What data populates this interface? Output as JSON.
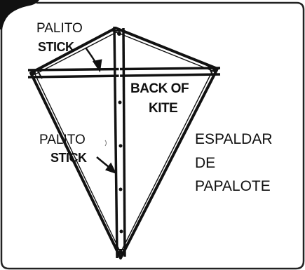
{
  "labels": {
    "top_spanish": "PALITO",
    "top_english": "STICK",
    "back_line1": "BACK OF",
    "back_line2": "KITE",
    "mid_spanish": "PALITO",
    "mid_english": "STICK",
    "right_line1": "ESPALDAR",
    "right_line2": "DE",
    "right_line3": "PAPALOTE"
  },
  "colors": {
    "ink": "#111111",
    "frame": "#222222",
    "background": "#ffffff"
  }
}
